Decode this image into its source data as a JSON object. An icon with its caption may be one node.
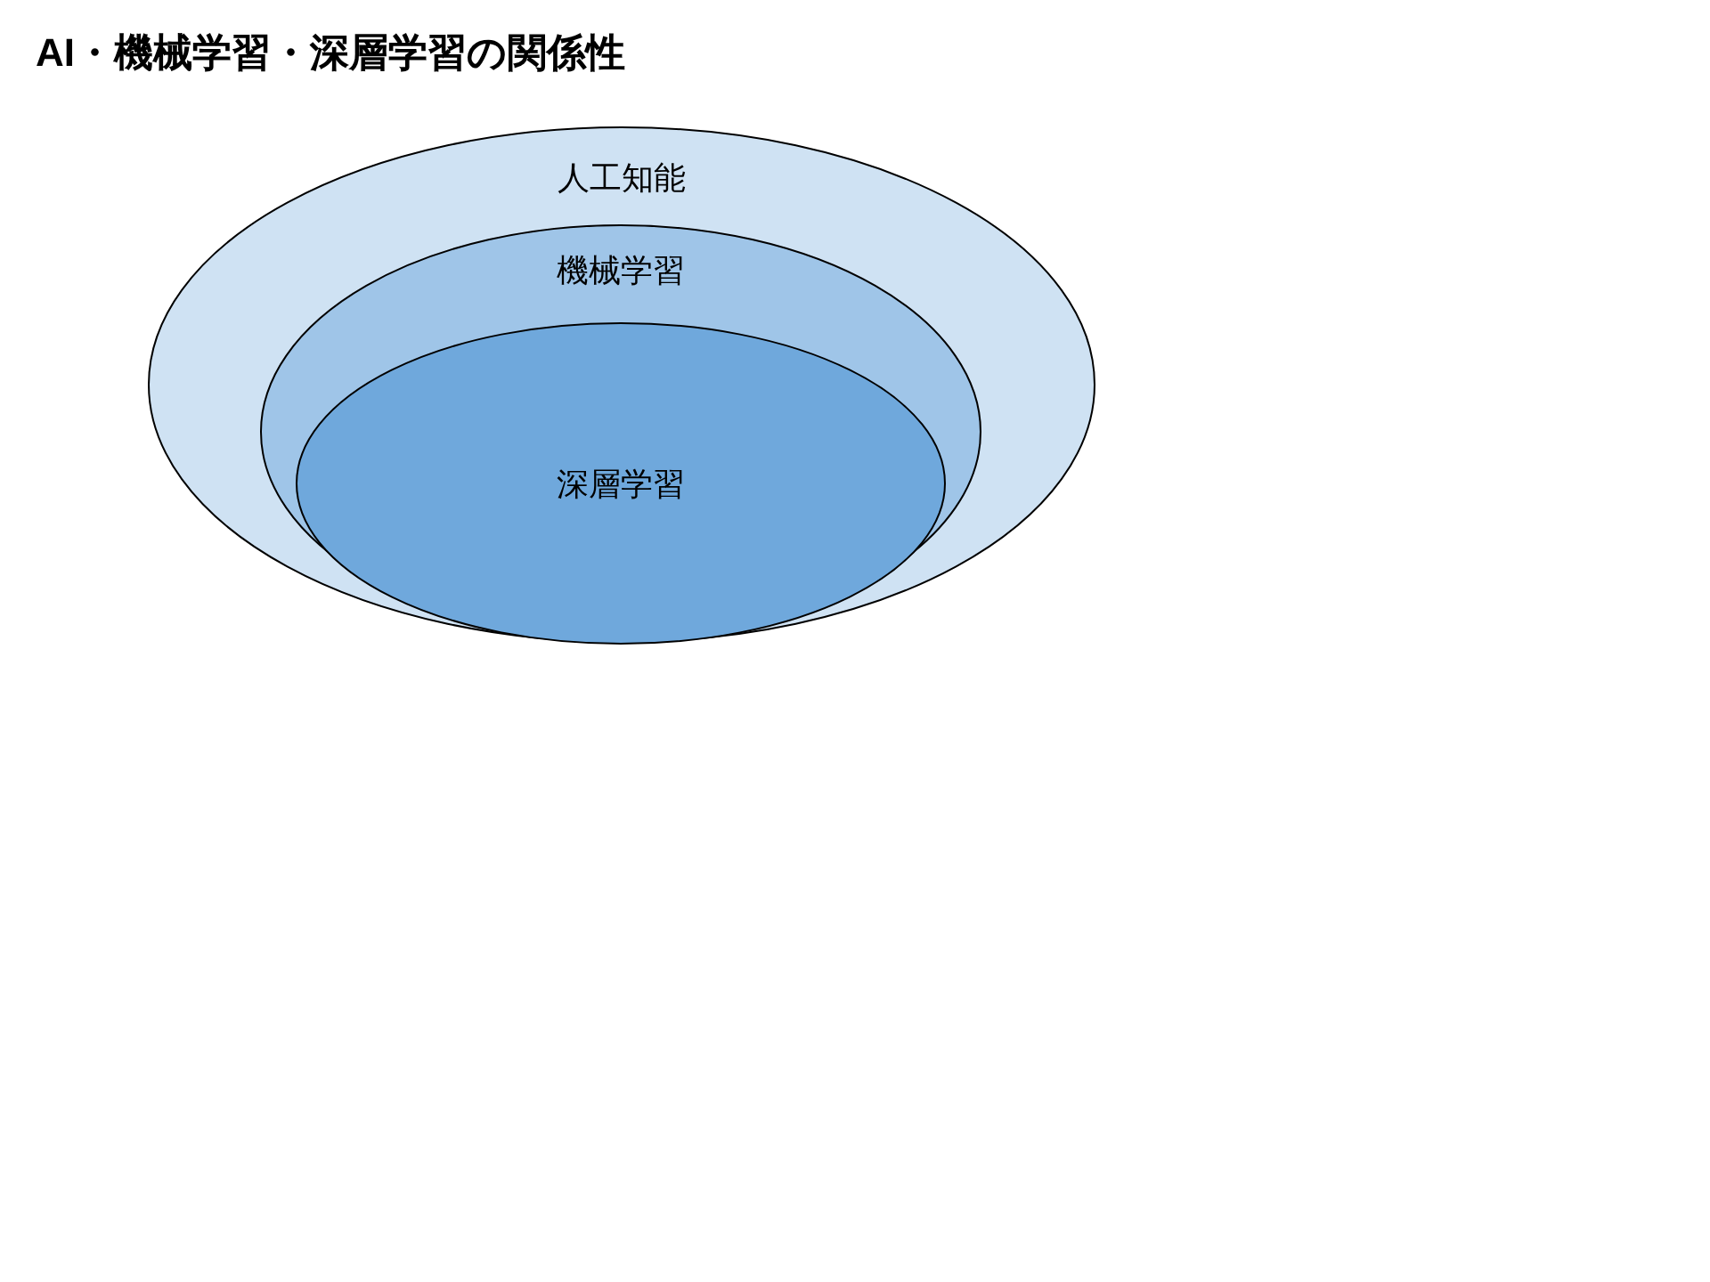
{
  "diagram": {
    "title": "AI・機械学習・深層学習の関係性",
    "nodes": [
      {
        "text": [
          "人工知能"
        ]
      },
      {
        "text": [
          "機械学習"
        ],
        "in": 0
      },
      {
        "text": [
          "深層学習"
        ],
        "in": 1
      }
    ]
  }
}
